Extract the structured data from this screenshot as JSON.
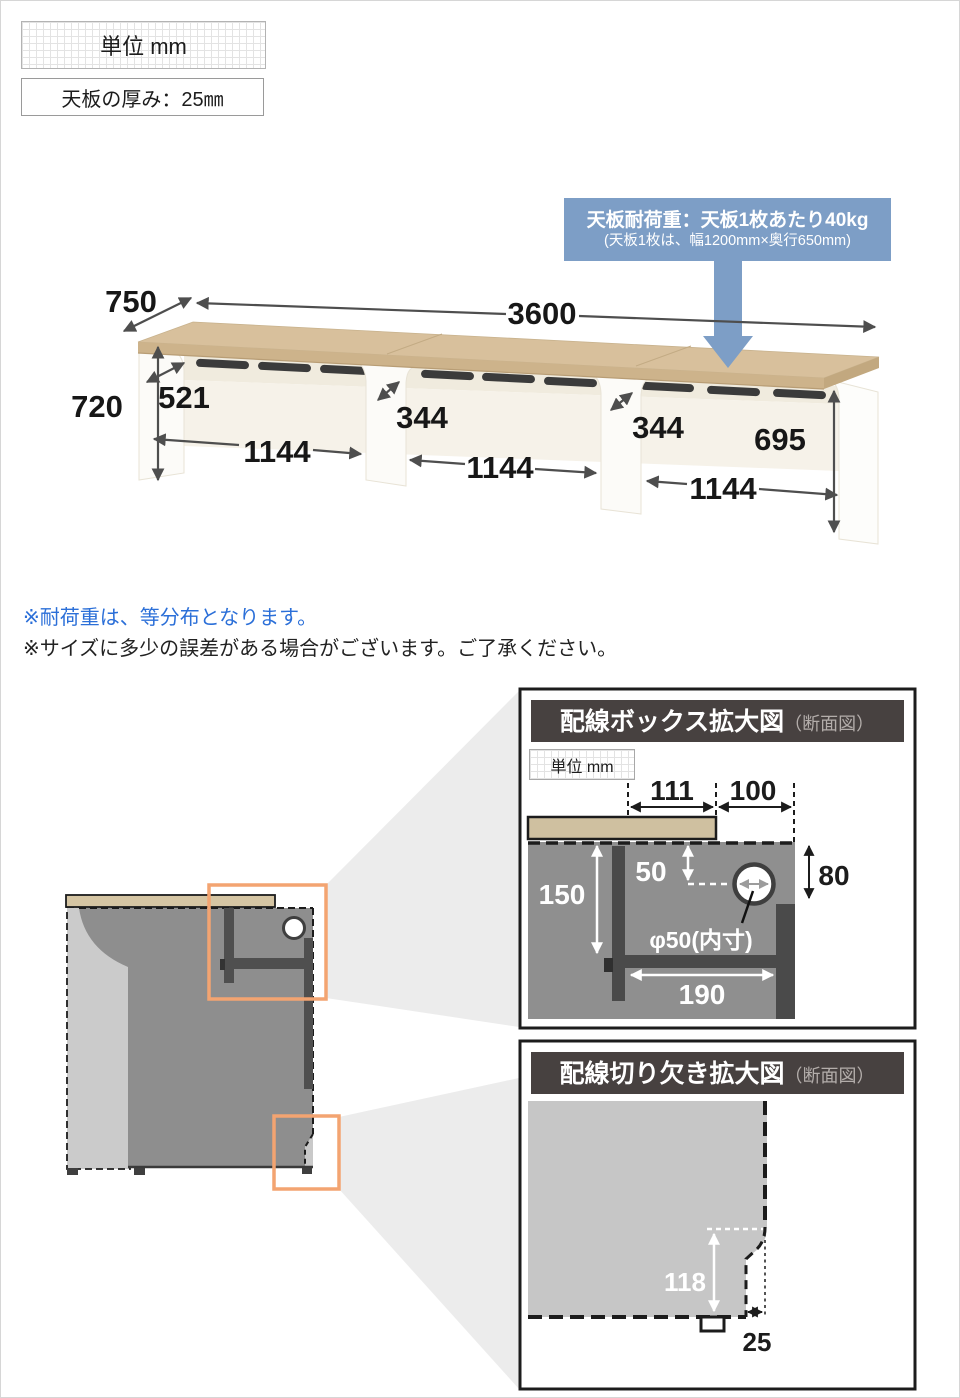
{
  "header": {
    "unit_label": "単位 mm",
    "thickness_label": "天板の厚み：25㎜"
  },
  "callout": {
    "line1": "天板耐荷重：天板1枚あたり40kg",
    "line2": "(天板1枚は、幅1200mm×奥行650mm)"
  },
  "main_view": {
    "dims": {
      "depth": "750",
      "width": "3600",
      "height": "720",
      "top_inset": "521",
      "panel_inset_left": "344",
      "panel_inset_right": "344",
      "bay1": "1144",
      "bay2": "1144",
      "bay3": "1144",
      "inner_height": "695"
    }
  },
  "notes": {
    "note1": "※耐荷重は、等分布となります。",
    "note2": "※サイズに多少の誤差がある場合がございます。ご了承ください。"
  },
  "detail_box1": {
    "title": "配線ボックス拡大図",
    "title_suffix": "（断面図）",
    "unit_label": "単位 mm",
    "dims": {
      "left_span": "111",
      "right_span": "100",
      "drop": "50",
      "panel_depth": "150",
      "opening_height": "80",
      "hole_label": "φ50(内寸)",
      "tray_width": "190"
    }
  },
  "detail_box2": {
    "title": "配線切り欠き拡大図",
    "title_suffix": "（断面図）",
    "dims": {
      "notch_height": "118",
      "notch_width": "25"
    }
  },
  "colors": {
    "accent_blue": "#7d9ec6",
    "highlight_orange": "#f3a471",
    "note_blue": "#2b6fd8",
    "header_dark": "#474140",
    "wood": "#d8c09c"
  }
}
